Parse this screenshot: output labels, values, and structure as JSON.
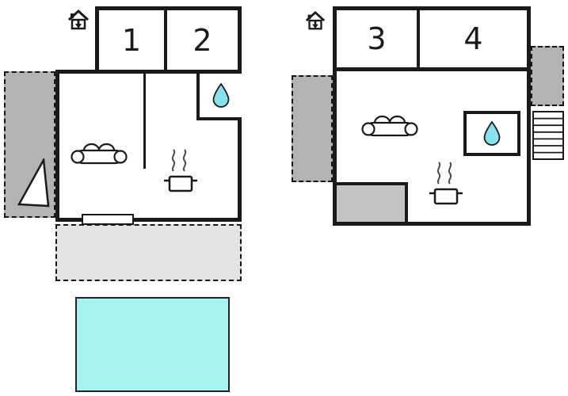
{
  "colors": {
    "wall": "#1a1a1a",
    "terrace_dark": "#b3b3b3",
    "terrace_light": "#e3e3e3",
    "storage_grey": "#c4c4c4",
    "pool_fill": "#a7f3f0",
    "drop_fill": "#86e3ee"
  },
  "plans": [
    {
      "id": "unit-left",
      "rooms": [
        "1",
        "2"
      ],
      "icons": [
        "house-entrance-icon",
        "water-drop-icon",
        "sofa-icon",
        "stove-steam-icon",
        "triangle-marker"
      ],
      "areas": [
        "side-terrace",
        "bottom-terrace",
        "swimming-pool",
        "window-bench"
      ]
    },
    {
      "id": "unit-right",
      "rooms": [
        "3",
        "4"
      ],
      "icons": [
        "house-entrance-icon",
        "water-drop-icon",
        "sofa-icon",
        "stove-steam-icon",
        "stairs-icon"
      ],
      "areas": [
        "side-terrace",
        "storage-area"
      ]
    }
  ]
}
